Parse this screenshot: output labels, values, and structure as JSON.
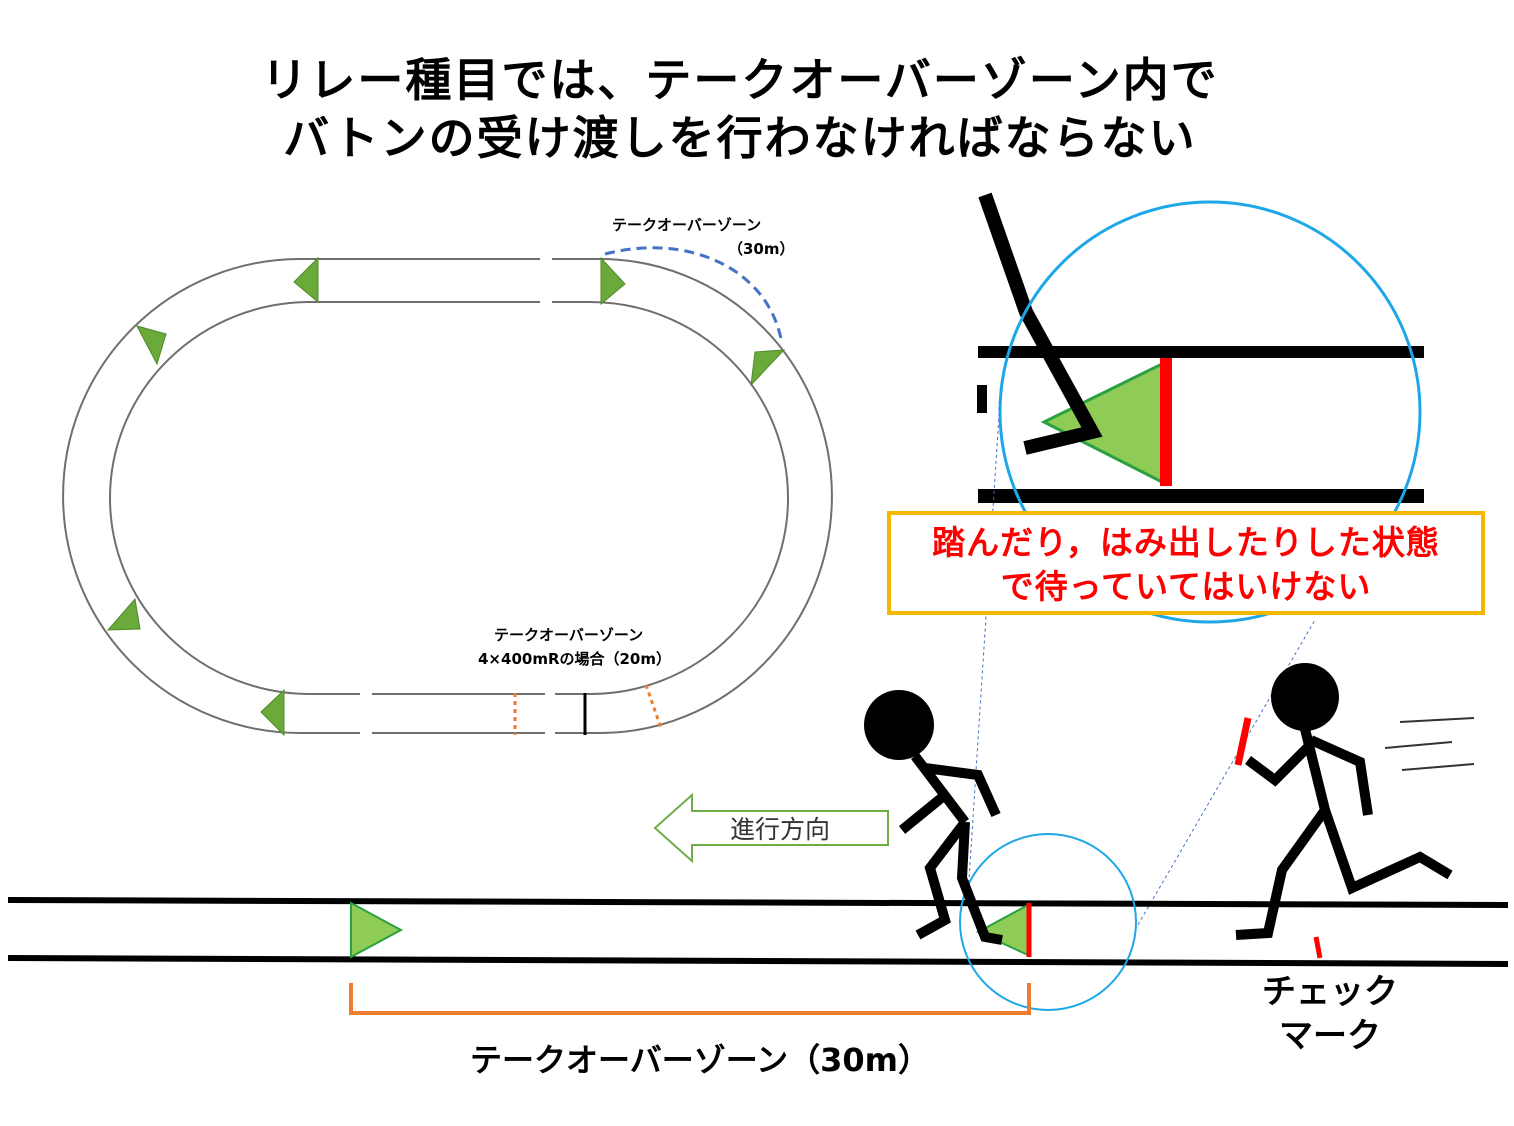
{
  "title": {
    "line1": "リレー種目では、テークオーバーゾーン内で",
    "line2": "バトンの受け渡しを行わなければならない"
  },
  "oval_labels": {
    "top_zone_name": "テークオーバーゾーン",
    "top_zone_length": "（30m）",
    "bottom_zone_name": "テークオーバーゾーン",
    "bottom_zone_case": "4×400mRの場合（20m）"
  },
  "warning": {
    "line1": "踏んだり，はみ出したりした状態",
    "line2": "で待っていてはいけない"
  },
  "direction_label": "進行方向",
  "zone_bracket_label": "テークオーバーゾーン（30m）",
  "checkmark_label": {
    "line1": "チェック",
    "line2": "マーク"
  },
  "colors": {
    "triangle_fill": "#8fcc55",
    "triangle_stroke": "#4f9a2a",
    "marker_red": "#ff0000",
    "zone_orange": "#ed7d31",
    "zone_arc_blue": "#4472c4",
    "circle_blue": "#1ea7e8",
    "warning_border": "#f5b800",
    "warning_text": "#ff0000",
    "arrow_green": "#70ad47"
  },
  "icons": {
    "track_oval": "oval-track-diagram",
    "runner_waiting": "stick-figure-waiting-icon",
    "runner_baton": "stick-figure-running-with-baton-icon",
    "zone_triangle": "green-triangle-marker-icon",
    "direction_arrow": "left-arrow-icon"
  }
}
